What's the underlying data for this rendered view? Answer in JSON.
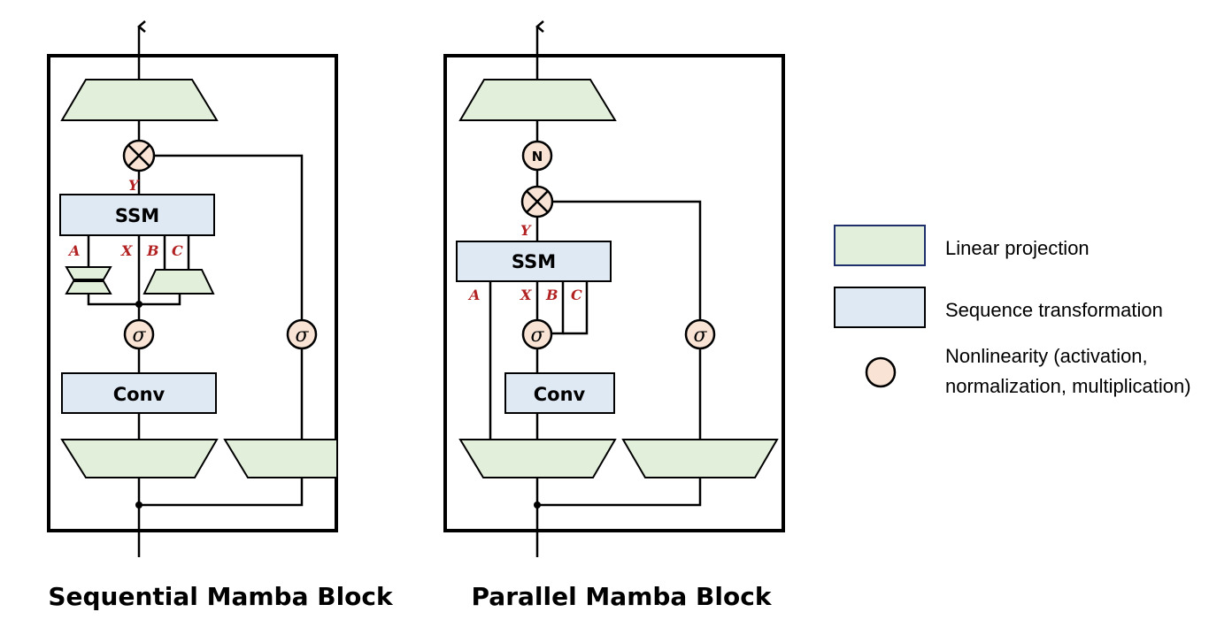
{
  "colors": {
    "linear_projection_fill": "#e2efda",
    "sequence_transform_fill": "#dfe9f4",
    "nonlinearity_fill": "#f8e3d4",
    "variable_label": "#b22222",
    "stroke": "#000000",
    "legend_linear_border": "#1f2f6b"
  },
  "sequential_block": {
    "title": "Sequential Mamba Block",
    "ssm_label": "SSM",
    "conv_label": "Conv",
    "ssm_inputs": {
      "a": "A",
      "x": "X",
      "b": "B",
      "c": "C"
    },
    "ssm_output": "Y",
    "multiply_symbol": "⊗",
    "activation_symbol": "σ"
  },
  "parallel_block": {
    "title": "Parallel Mamba Block",
    "ssm_label": "SSM",
    "conv_label": "Conv",
    "ssm_inputs": {
      "a": "A",
      "x": "X",
      "b": "B",
      "c": "C"
    },
    "ssm_output": "Y",
    "norm_symbol": "N",
    "multiply_symbol": "⊗",
    "activation_symbol": "σ"
  },
  "legend": {
    "items": [
      {
        "kind": "linear-projection",
        "label": "Linear projection"
      },
      {
        "kind": "sequence-transformation",
        "label": "Sequence transformation"
      },
      {
        "kind": "nonlinearity",
        "label_line1": "Nonlinearity (activation,",
        "label_line2": "normalization, multiplication)"
      }
    ]
  }
}
